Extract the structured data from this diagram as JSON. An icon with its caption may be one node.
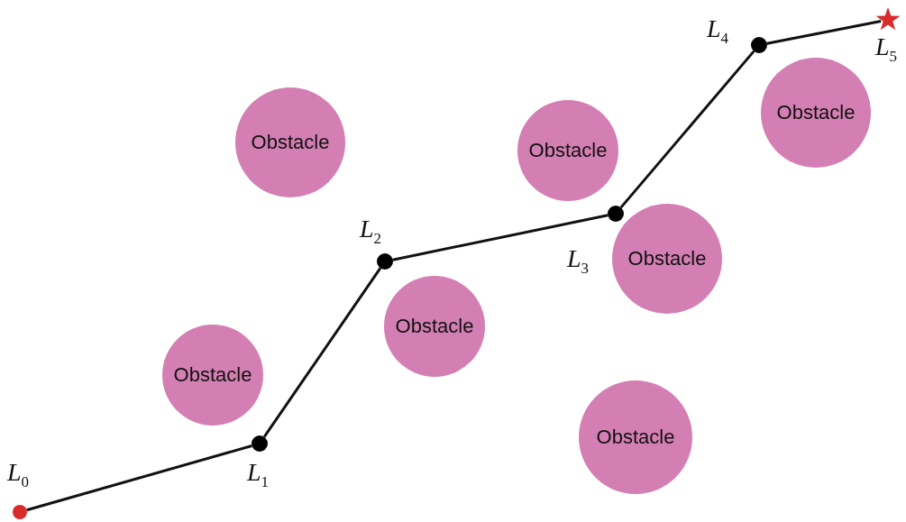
{
  "diagram": {
    "nodes": [
      {
        "text": [
          "L$_{0}$"
        ]
      },
      {
        "text": [
          "L$_{1}$"
        ]
      },
      {
        "text": [
          "L$_{2}$"
        ]
      },
      {
        "text": [
          "L$_{3}$"
        ]
      },
      {
        "text": [
          "L$_{4}$"
        ]
      },
      {
        "text": [
          "L$_{5}$"
        ]
      },
      {
        "text": [
          "Obstacle"
        ]
      },
      {
        "text": [
          "Obstacle"
        ]
      },
      {
        "text": [
          "Obstacle"
        ]
      },
      {
        "text": [
          "Obstacle"
        ]
      },
      {
        "text": [
          "Obstacle"
        ]
      },
      {
        "text": [
          "Obstacle"
        ]
      },
      {
        "text": [
          "Obstacle"
        ]
      }
    ],
    "edges": [
      {
        "from": 0,
        "to": 1,
        "arrow": "none"
      },
      {
        "from": 1,
        "to": 2,
        "arrow": "none"
      },
      {
        "from": 2,
        "to": 3,
        "arrow": "none"
      },
      {
        "from": 3,
        "to": 4,
        "arrow": "none"
      },
      {
        "from": 4,
        "to": 5,
        "arrow": "none"
      }
    ]
  }
}
